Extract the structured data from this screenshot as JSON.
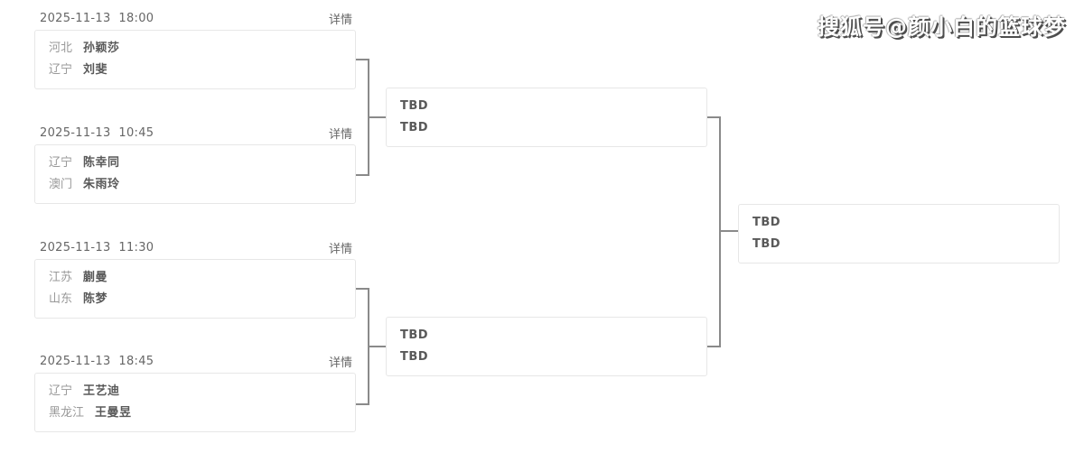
{
  "watermark": "搜狐号@颜小白的篮球梦",
  "details_label": "详情",
  "tbd_label": "TBD",
  "colors": {
    "connector": "#8a8a8a",
    "card_border": "#e7e7e7",
    "date_text": "#666666",
    "region_text": "#999999",
    "name_text": "#595959",
    "watermark_fill": "#ffffff",
    "watermark_shadow": "#4d4d4d"
  },
  "bracket": {
    "round1": [
      {
        "datetime": "2025-11-13  18:00",
        "players": [
          {
            "region": "河北",
            "name": "孙颖莎"
          },
          {
            "region": "辽宁",
            "name": "刘斐"
          }
        ]
      },
      {
        "datetime": "2025-11-13  10:45",
        "players": [
          {
            "region": "辽宁",
            "name": "陈幸同"
          },
          {
            "region": "澳门",
            "name": "朱雨玲"
          }
        ]
      },
      {
        "datetime": "2025-11-13  11:30",
        "players": [
          {
            "region": "江苏",
            "name": "蒯曼"
          },
          {
            "region": "山东",
            "name": "陈梦"
          }
        ]
      },
      {
        "datetime": "2025-11-13  18:45",
        "players": [
          {
            "region": "辽宁",
            "name": "王艺迪"
          },
          {
            "region": "黑龙江",
            "name": "王曼昱"
          }
        ]
      }
    ],
    "semifinals": [
      {
        "players": [
          {
            "name": "TBD"
          },
          {
            "name": "TBD"
          }
        ]
      },
      {
        "players": [
          {
            "name": "TBD"
          },
          {
            "name": "TBD"
          }
        ]
      }
    ],
    "final": {
      "players": [
        {
          "name": "TBD"
        },
        {
          "name": "TBD"
        }
      ]
    }
  }
}
